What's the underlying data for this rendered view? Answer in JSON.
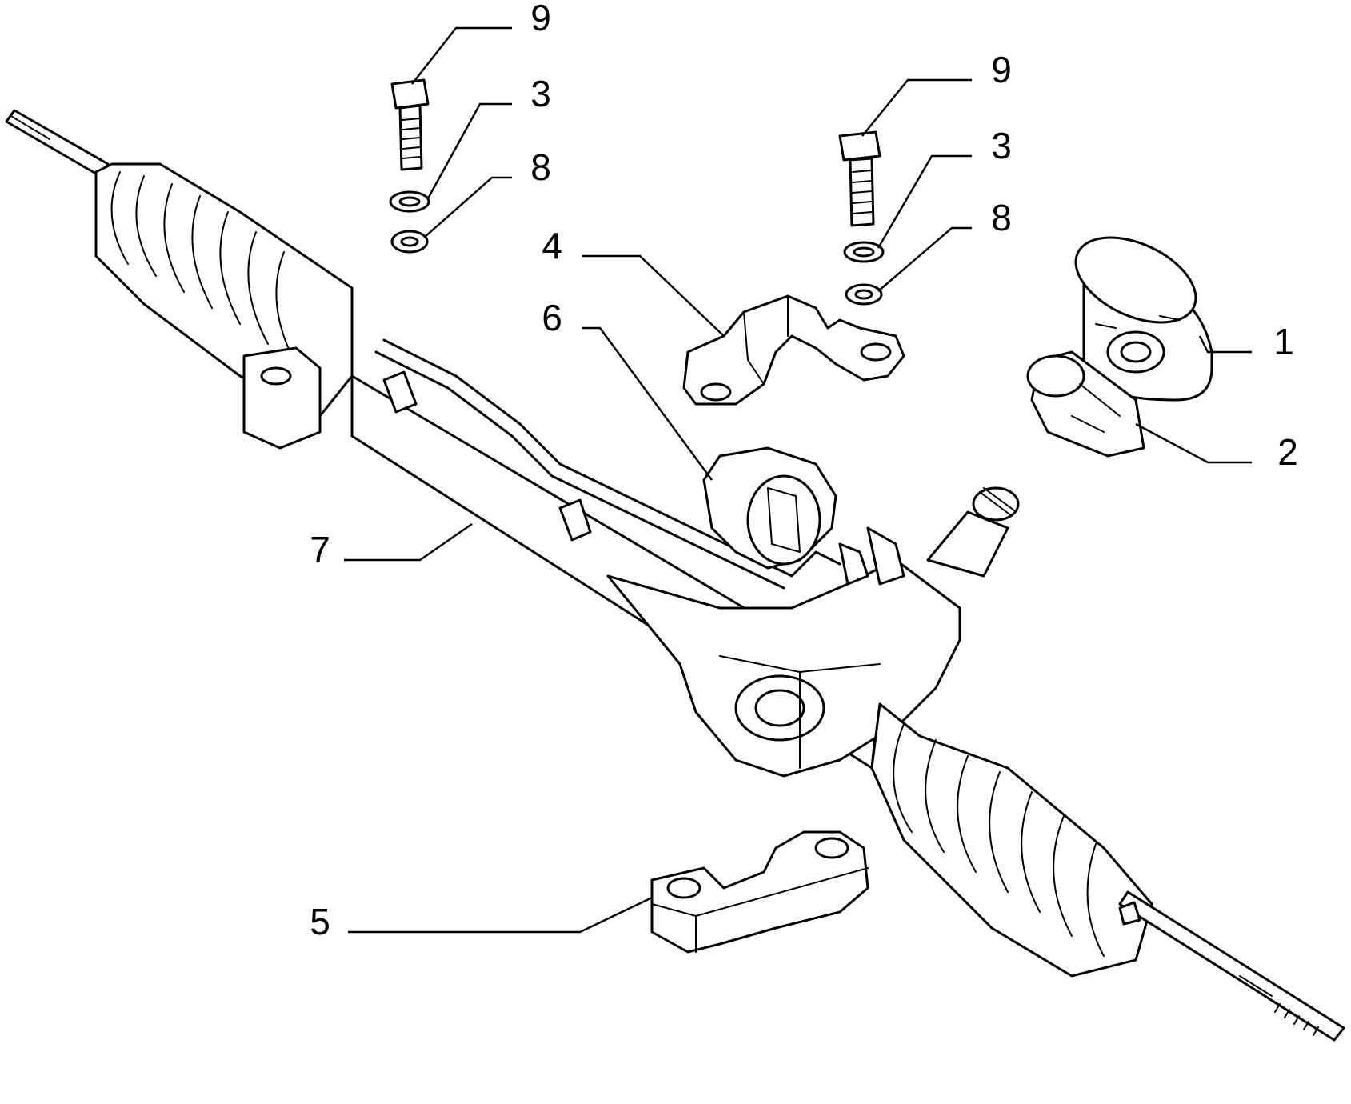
{
  "callouts": {
    "c1": "1",
    "c2": "2",
    "c3a": "3",
    "c3b": "3",
    "c4": "4",
    "c5": "5",
    "c6": "6",
    "c7": "7",
    "c8a": "8",
    "c8b": "8",
    "c9a": "9",
    "c9b": "9"
  }
}
